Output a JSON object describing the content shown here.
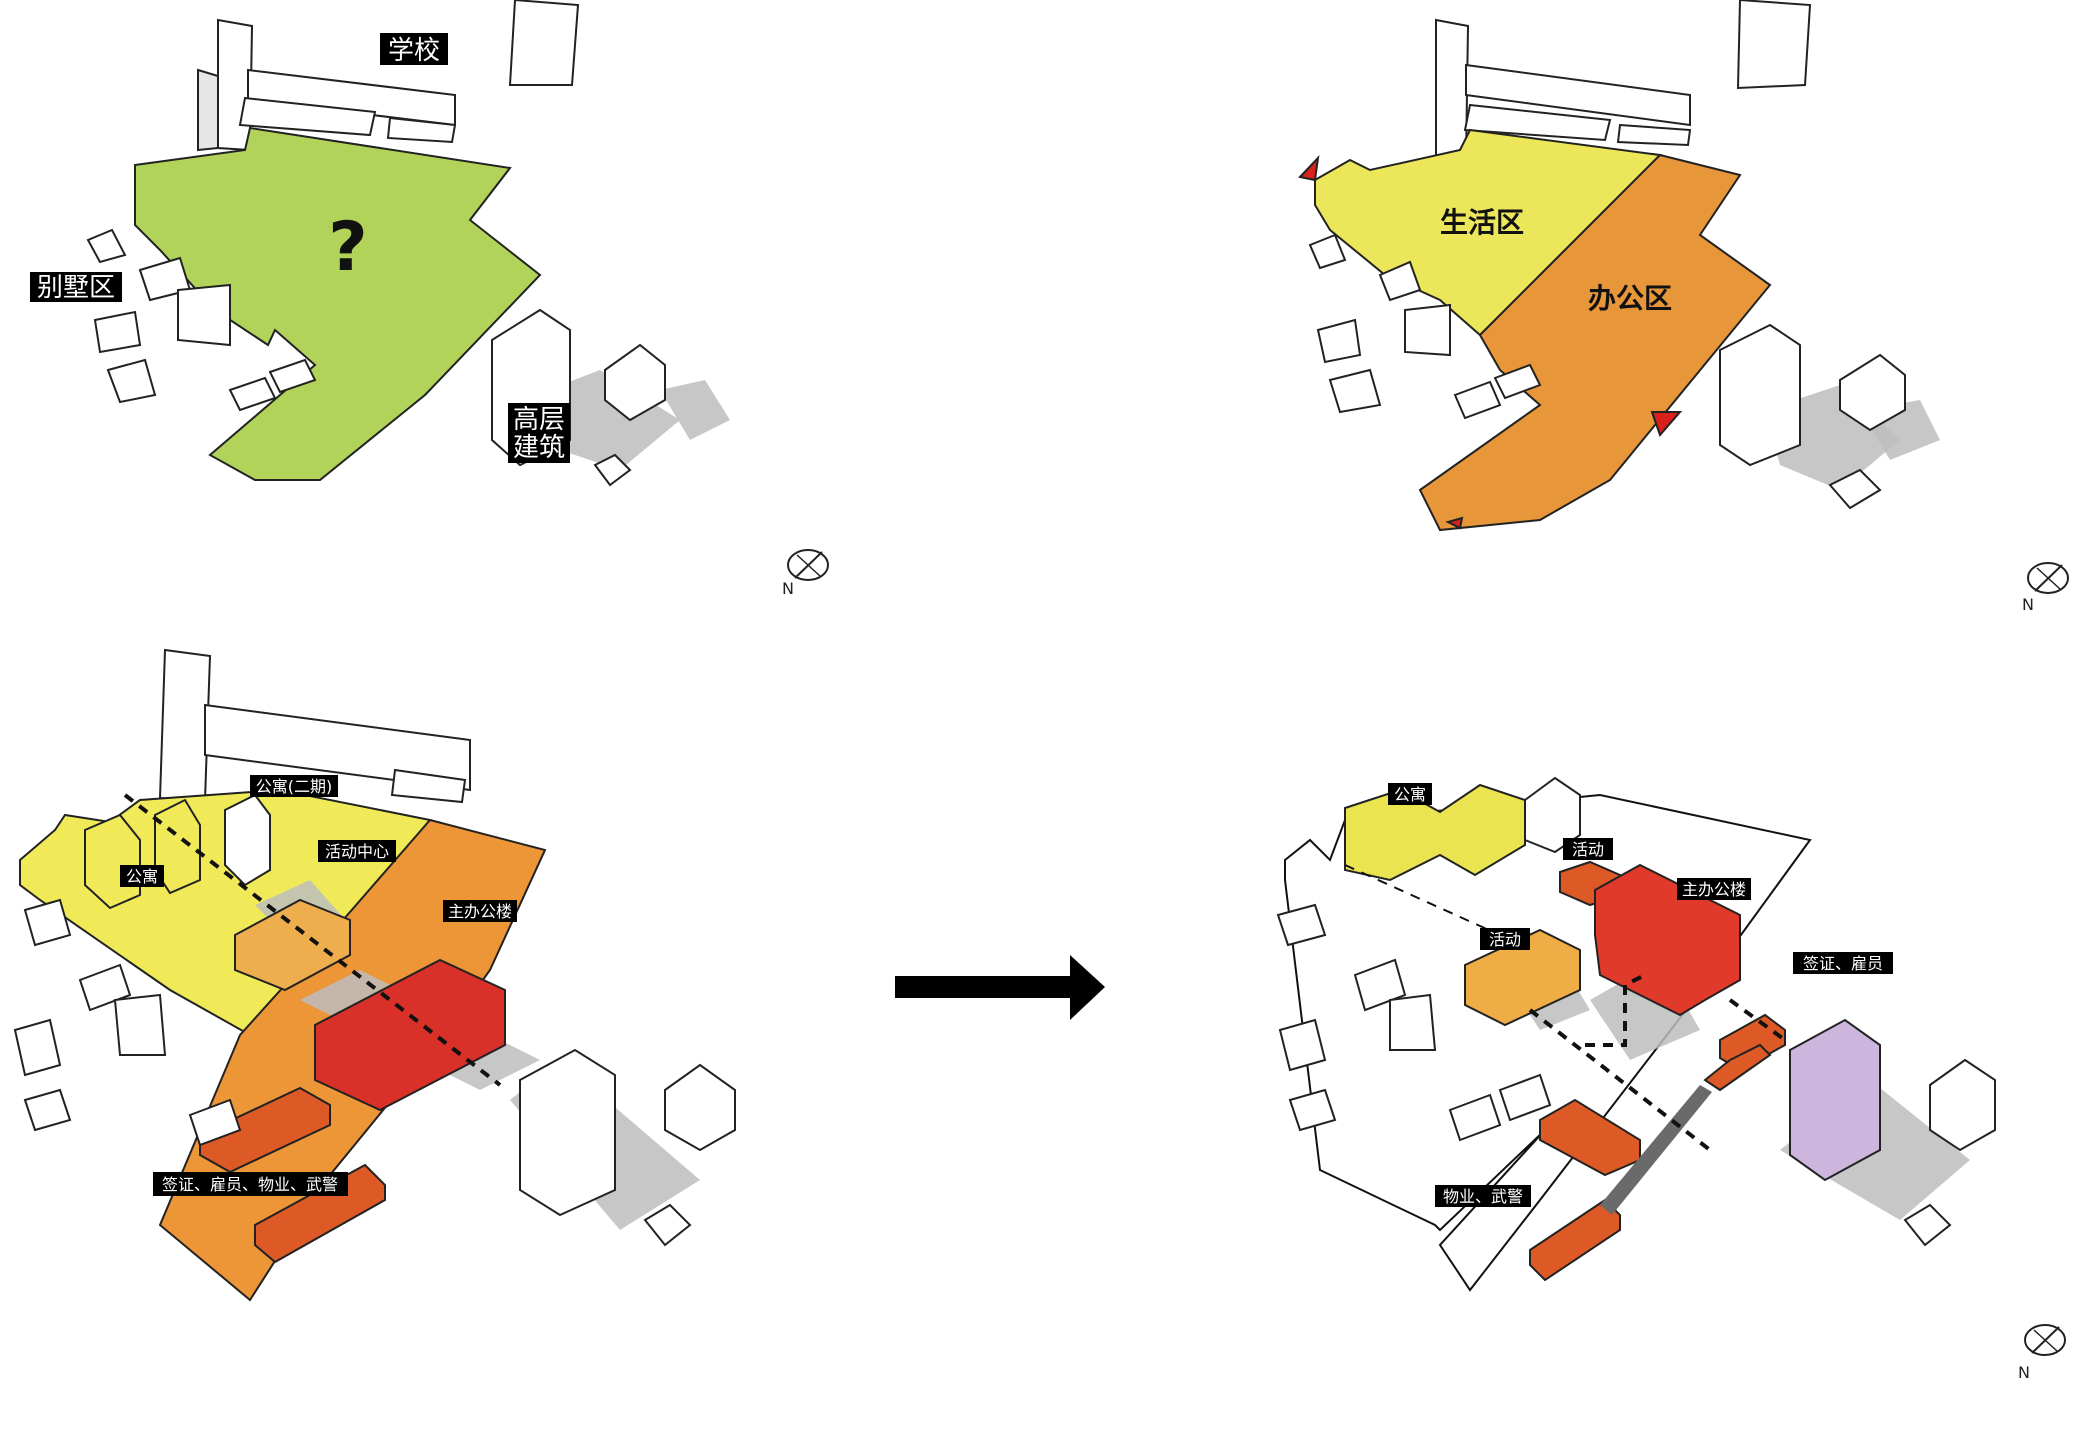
{
  "panel1": {
    "labels": {
      "school": "学校",
      "villa": "别墅区",
      "highrise_line1": "高层",
      "highrise_line2": "建筑",
      "question": "?"
    },
    "colors": {
      "site": "#b1d35a"
    }
  },
  "panel2": {
    "labels": {
      "living": "生活区",
      "office": "办公区"
    },
    "colors": {
      "living": "#ece65a",
      "office": "#e8963a",
      "marker": "#d9201c"
    }
  },
  "panel3": {
    "labels": {
      "apartment2": "公寓(二期)",
      "activity_center": "活动中心",
      "apartment": "公寓",
      "main_office": "主办公楼",
      "service": "签证、雇员、物业、武警"
    },
    "colors": {
      "living": "#f0ea58",
      "office": "#ec9637",
      "main": "#d9302a",
      "activity": "#eeae4e",
      "service": "#dd5a26"
    }
  },
  "panel4": {
    "labels": {
      "apartment": "公寓",
      "activity_top": "活动",
      "main_office": "主办公楼",
      "activity": "活动",
      "visa": "签证、雇员",
      "property": "物业、武警"
    },
    "colors": {
      "apartment": "#e9e450",
      "main": "#e23a2a",
      "activity": "#efae45",
      "service": "#dd5a26",
      "highrise": "#cdb6dd"
    }
  },
  "compass": {
    "north": "N"
  },
  "arrow_icon": "right-arrow-icon"
}
